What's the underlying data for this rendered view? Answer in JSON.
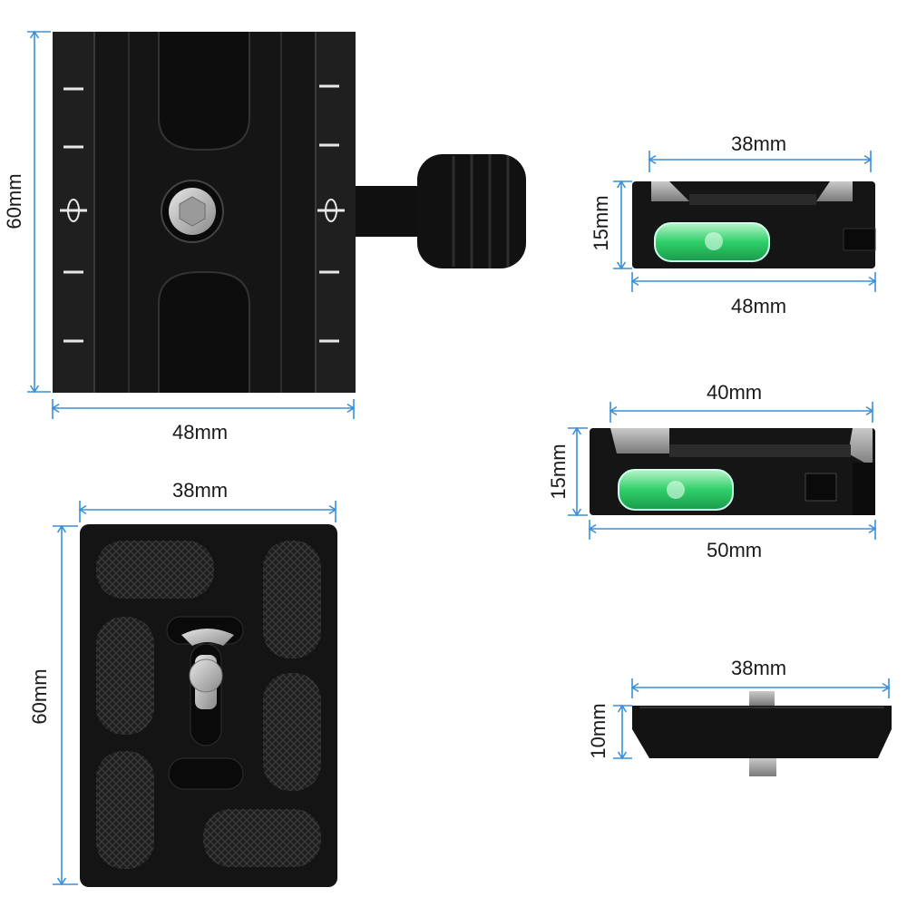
{
  "colors": {
    "dimension_line": "#3a8fd8",
    "metal": "#141414",
    "metal_edge": "#2c2c2c",
    "level_bubble": "#36d27a",
    "screw": "#b8b8b8"
  },
  "views": {
    "clamp_top": {
      "width_label": "48mm",
      "height_label": "60mm"
    },
    "clamp_side": {
      "top_label": "38mm",
      "bottom_label": "48mm",
      "height_label": "15mm"
    },
    "clamp_front": {
      "top_label": "40mm",
      "bottom_label": "50mm",
      "height_label": "15mm"
    },
    "plate_bottom": {
      "width_label": "38mm",
      "height_label": "60mm"
    },
    "plate_side": {
      "width_label": "38mm",
      "height_label": "10mm"
    }
  }
}
